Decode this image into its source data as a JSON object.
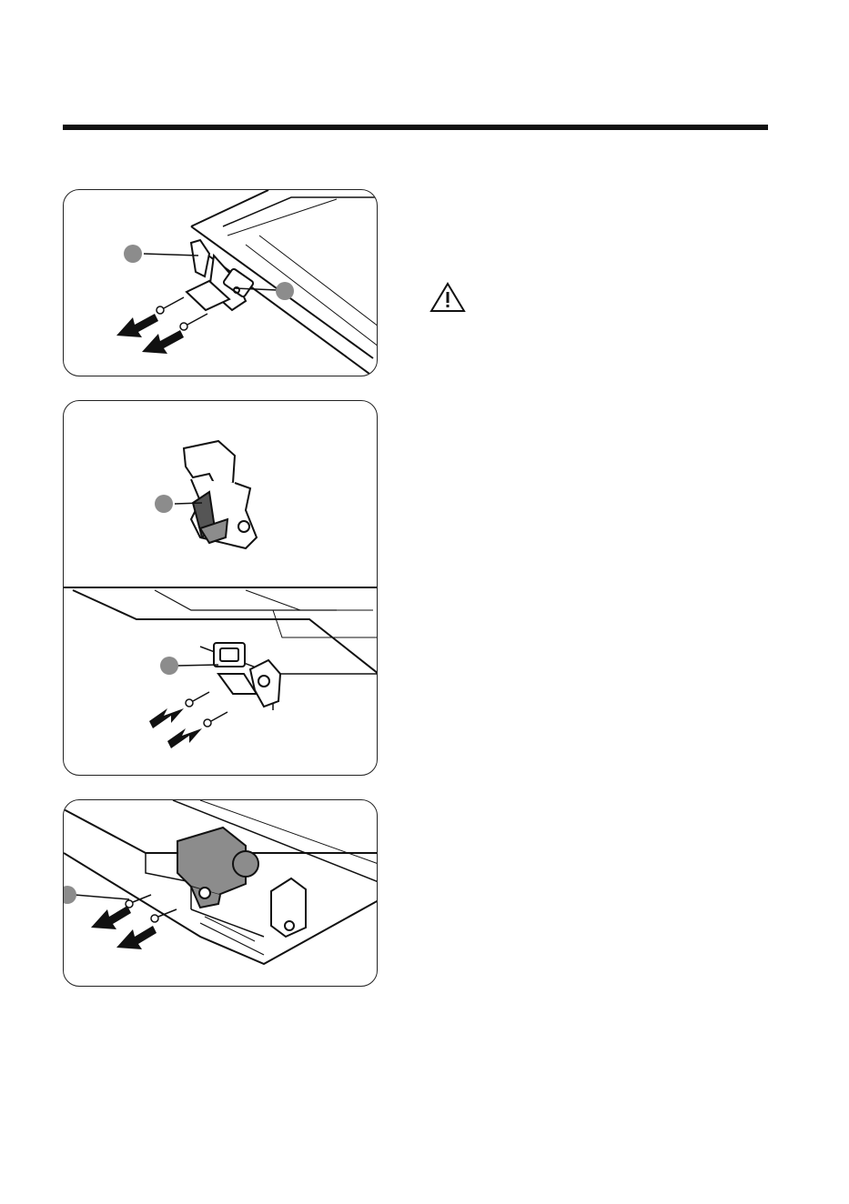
{
  "page": {
    "heading_rule": true
  },
  "figures": [
    {
      "id": "fig-remove-hinge",
      "arrows": "outward",
      "callouts": 2
    },
    {
      "id": "fig-swap-hinge",
      "arrows": "inward",
      "callouts": 2
    },
    {
      "id": "fig-remove-lock",
      "arrows": "outward",
      "callouts": 1
    }
  ],
  "icons": {
    "caution": "warning-triangle-icon"
  },
  "colors": {
    "line": "#111111",
    "part_gray": "#8c8c8c",
    "part_dark": "#555555"
  }
}
